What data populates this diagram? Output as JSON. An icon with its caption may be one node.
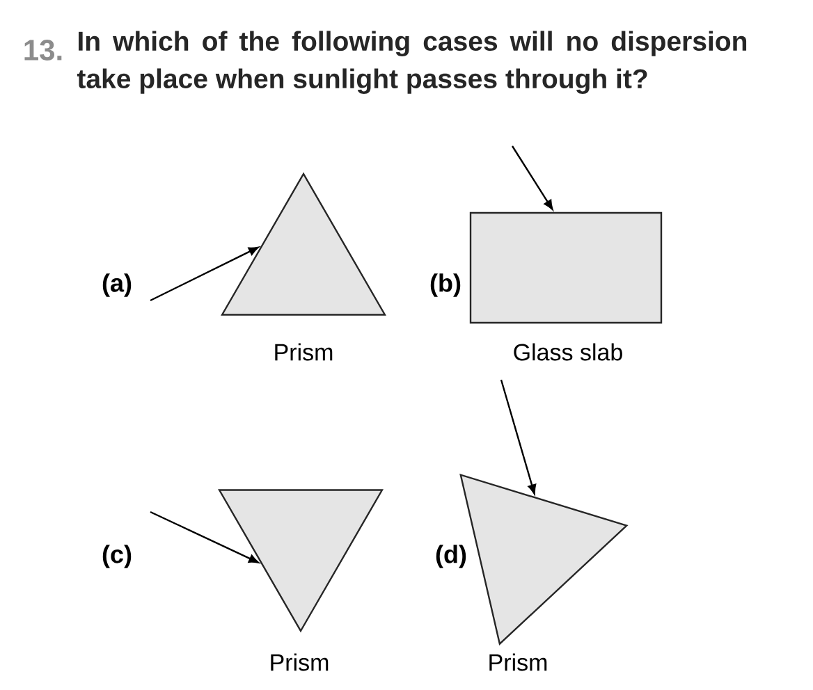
{
  "diagram": {
    "title": "In which of the following cases will no dispersion take place when sunlight passes through it?",
    "nodes": [
      {
        "text": [],
        "shape": "triangle",
        "beside": [
          "Prism"
        ]
      },
      {
        "text": [],
        "shape": "box",
        "beside": [
          "Glass slab"
        ]
      },
      {
        "text": [],
        "shape": "triangle",
        "beside": [
          "Prism"
        ]
      },
      {
        "text": [],
        "shape": "triangle",
        "beside": [
          "Prism"
        ]
      }
    ],
    "edges": [
      {
        "from": null,
        "to": 0,
        "arrow": "to"
      },
      {
        "from": null,
        "to": 1,
        "arrow": "to"
      },
      {
        "from": null,
        "to": 2,
        "arrow": "to"
      },
      {
        "from": null,
        "to": 3,
        "arrow": "to"
      }
    ],
    "labels": [
      "13.",
      "(a)",
      "(b)",
      "(c)",
      "(d)"
    ]
  }
}
